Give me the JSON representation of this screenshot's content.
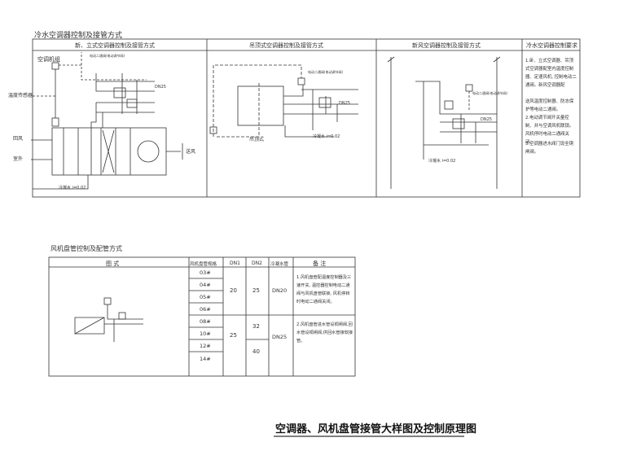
{
  "section1": {
    "title": "冷水空调器控制及接管方式",
    "headers": [
      "新、立式空调器控制及接管方式",
      "吊顶式空调器控制及接管方式",
      "新风空调器控制及接管方式",
      "冷水空调器控制要求"
    ],
    "panel1": {
      "controller": "空调机组",
      "temp_sensor": "温度传感器",
      "return_air": "回风",
      "fresh_air": "室外",
      "supply_air": "送风",
      "note_valve": "电动二通阀(电动调节阀)",
      "pipe_dn": "DN25",
      "slope": "冷凝水 i=0.02"
    },
    "panel2": {
      "unit": "吊顶式",
      "note_valve": "电动二通阀(电动调节阀)",
      "pipe_dn": "DN25",
      "slope": "冷凝水 i=0.02"
    },
    "panel3": {
      "note_valve": "电动二通阀(电动调节阀)",
      "pipe_dn": "DN25",
      "slope": "冷凝水 i=0.02"
    },
    "requirements": [
      "1.卧、立式空调器、吊顶式空调器配室内温度控制器、定速风机, 控制电动二通阀。新风空调器配",
      "送风温度控制器、防冻保护等电动二通阀。",
      "2.电动调节阀开关量控制、并与空调风机联锁。风机停时电动二通阀关闭。",
      "3.空调器进水阀门设全铜闸阀。"
    ]
  },
  "section2": {
    "title": "风机盘管控制及配管方式",
    "table": {
      "headers": [
        "图 式",
        "风机盘管规格",
        "DN1",
        "DN2",
        "冷凝水管",
        "备 注"
      ],
      "models": [
        "03#",
        "04#",
        "05#",
        "06#",
        "08#",
        "10#",
        "12#",
        "14#"
      ],
      "dn1": [
        "20",
        "25"
      ],
      "dn2": [
        "25",
        "32",
        "40"
      ],
      "condensate": [
        "DN20",
        "DN25"
      ],
      "notes": [
        "1.风机盘管配温度控制器及三速开关, 温控器控制电动二通阀与风机盘管联锁, 风机停转时电动二通阀关闭。",
        "2.风机盘管进水管设铜闸阀,回水管设铜闸阀,供回水管接软接管。"
      ]
    }
  },
  "drawing_title": "空调器、风机盘管接管大样图及控制原理图"
}
